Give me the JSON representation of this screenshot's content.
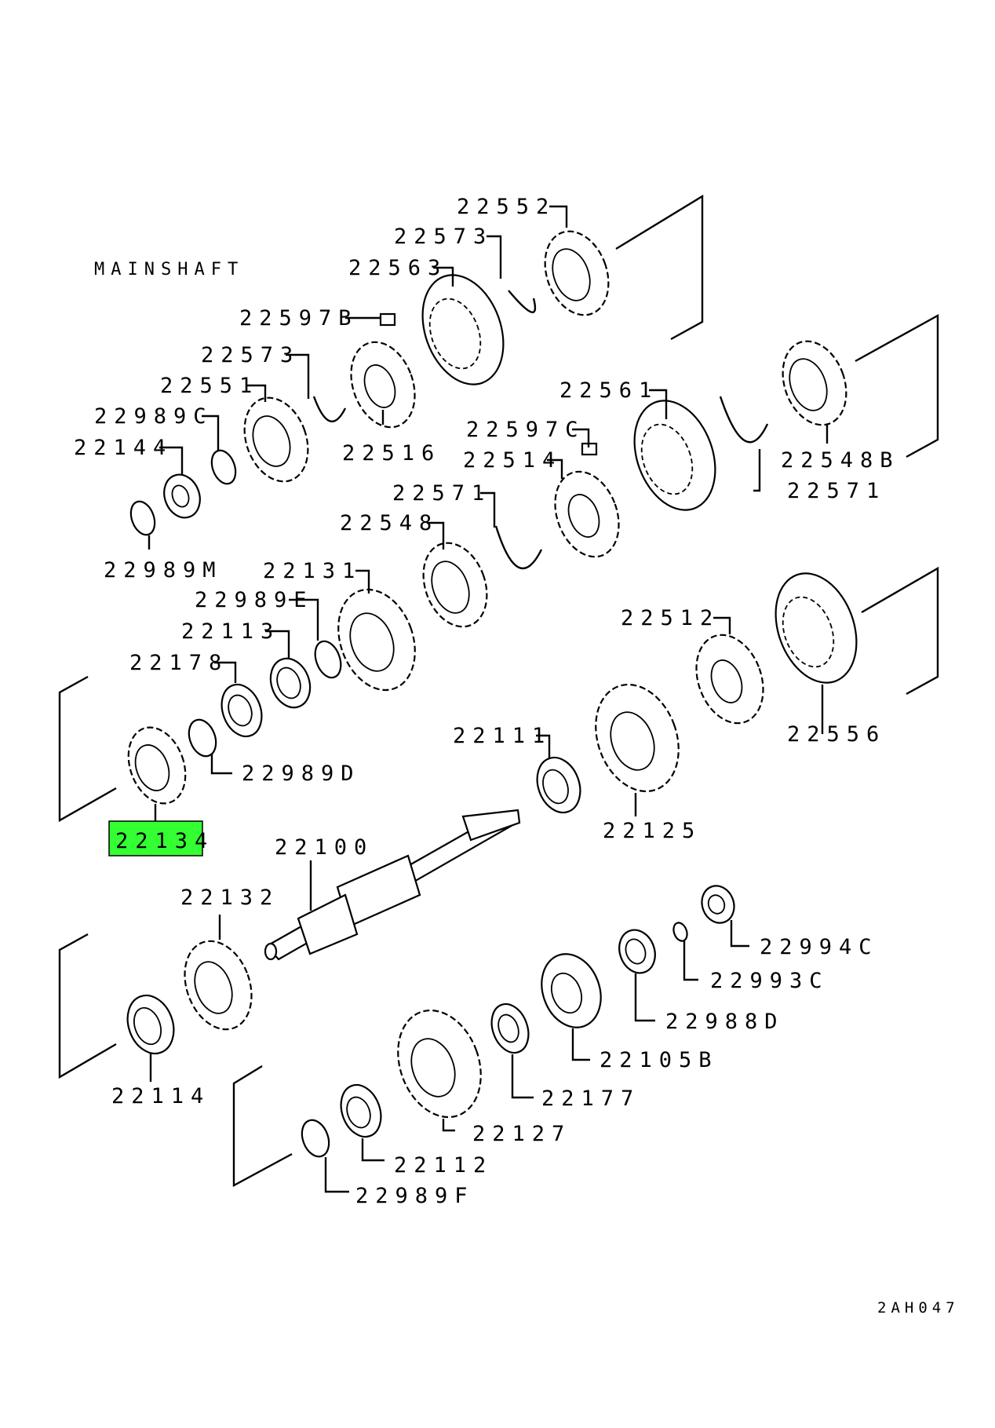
{
  "title": "MAINSHAFT",
  "diagram_code": "2AH047",
  "highlight_color": "#33ff33",
  "selected_part": "22134",
  "parts": [
    {
      "id": "p22552",
      "number": "22552"
    },
    {
      "id": "p22573a",
      "number": "22573"
    },
    {
      "id": "p22563",
      "number": "22563"
    },
    {
      "id": "p22597b",
      "number": "22597B"
    },
    {
      "id": "p22573b",
      "number": "22573"
    },
    {
      "id": "p22551",
      "number": "22551"
    },
    {
      "id": "p22989c",
      "number": "22989C"
    },
    {
      "id": "p22144",
      "number": "22144"
    },
    {
      "id": "p22516",
      "number": "22516"
    },
    {
      "id": "p22989m",
      "number": "22989M"
    },
    {
      "id": "p22561",
      "number": "22561"
    },
    {
      "id": "p22597c",
      "number": "22597C"
    },
    {
      "id": "p22514",
      "number": "22514"
    },
    {
      "id": "p22548b",
      "number": "22548B"
    },
    {
      "id": "p22571a",
      "number": "22571"
    },
    {
      "id": "p22571b",
      "number": "22571"
    },
    {
      "id": "p22548",
      "number": "22548"
    },
    {
      "id": "p22131",
      "number": "22131"
    },
    {
      "id": "p22989e",
      "number": "22989E"
    },
    {
      "id": "p22113",
      "number": "22113"
    },
    {
      "id": "p22178",
      "number": "22178"
    },
    {
      "id": "p22512",
      "number": "22512"
    },
    {
      "id": "p22556",
      "number": "22556"
    },
    {
      "id": "p22111",
      "number": "22111"
    },
    {
      "id": "p22989d",
      "number": "22989D"
    },
    {
      "id": "p22134",
      "number": "22134"
    },
    {
      "id": "p22125",
      "number": "22125"
    },
    {
      "id": "p22100",
      "number": "22100"
    },
    {
      "id": "p22132",
      "number": "22132"
    },
    {
      "id": "p22994c",
      "number": "22994C"
    },
    {
      "id": "p22993c",
      "number": "22993C"
    },
    {
      "id": "p22988d",
      "number": "22988D"
    },
    {
      "id": "p22114",
      "number": "22114"
    },
    {
      "id": "p22105b",
      "number": "22105B"
    },
    {
      "id": "p22177",
      "number": "22177"
    },
    {
      "id": "p22127",
      "number": "22127"
    },
    {
      "id": "p22112",
      "number": "22112"
    },
    {
      "id": "p22989f",
      "number": "22989F"
    }
  ]
}
